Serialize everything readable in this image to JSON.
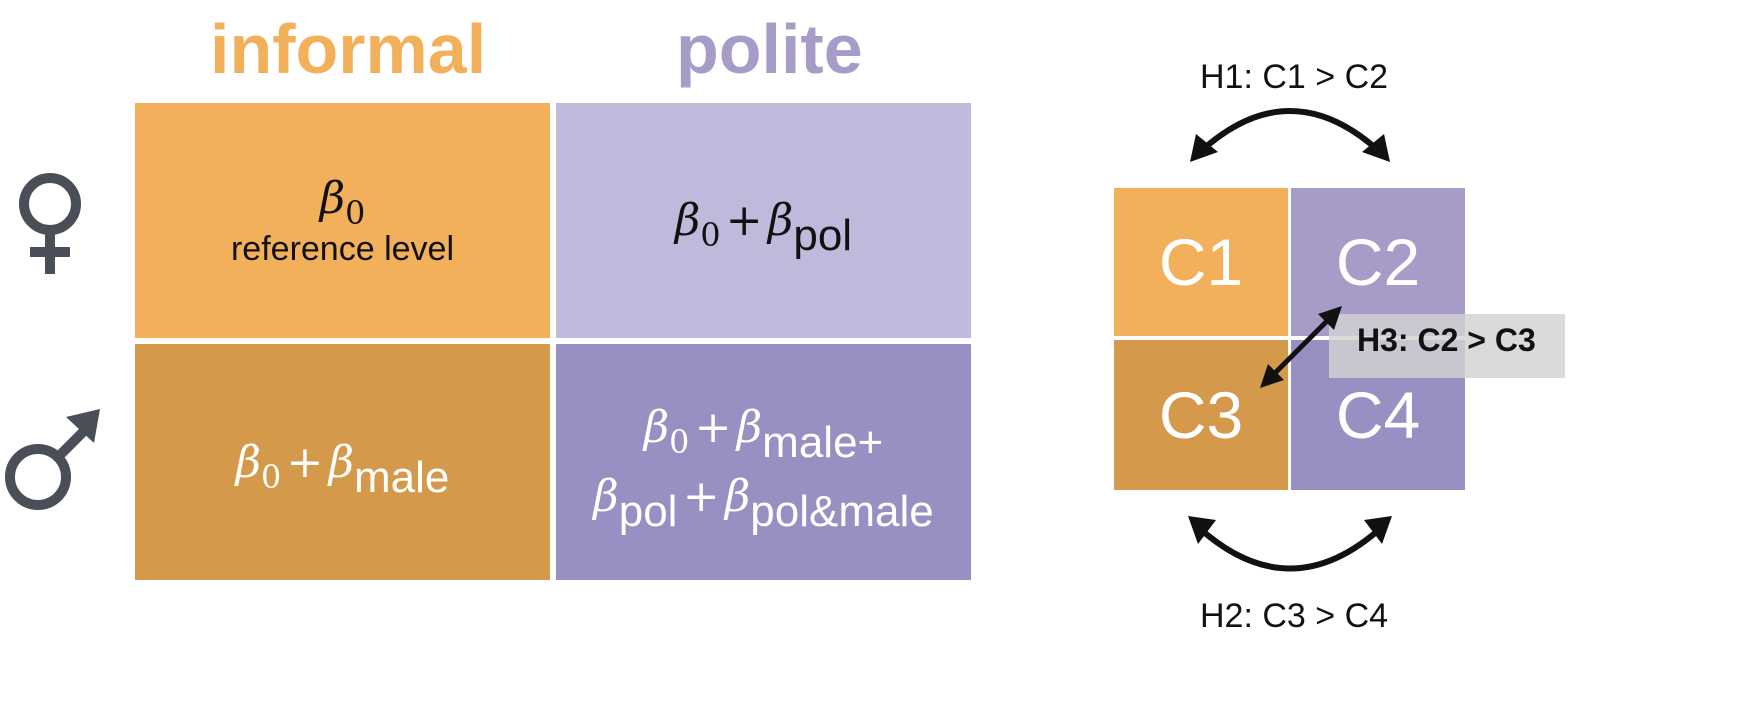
{
  "columns": {
    "informal": "informal",
    "polite": "polite"
  },
  "colors": {
    "informal": "#F2B05A",
    "polite": "#A79CC8",
    "female_informal": "#F2B05A",
    "female_polite": "#C0B9DC",
    "male_informal": "#D4994A",
    "male_polite": "#9A8FC2",
    "symbol": "#4A4E57"
  },
  "icons": {
    "female": "female-symbol",
    "male": "male-symbol"
  },
  "cells": {
    "female_informal": {
      "beta": "β",
      "zero": "0",
      "label": "reference level"
    },
    "female_polite": {
      "beta": "β",
      "zero": "0",
      "plus": "+",
      "beta2": "β",
      "sub2": "pol"
    },
    "male_informal": {
      "beta": "β",
      "zero": "0",
      "plus": "+",
      "beta2": "β",
      "sub2": "male"
    },
    "male_polite": {
      "beta": "β",
      "zero": "0",
      "plus": "+",
      "beta2": "β",
      "sub2": "male",
      "plus2": "+",
      "beta3": "β",
      "sub3": "pol",
      "plus3": "+",
      "beta4": "β",
      "sub4": "pol&male"
    }
  },
  "quadrants": {
    "c1": "C1",
    "c2": "C2",
    "c3": "C3",
    "c4": "C4"
  },
  "hypotheses": {
    "h1": "H1: C1 > C2",
    "h2": "H2: C3 > C4",
    "h3": "H3: C2 > C3"
  }
}
